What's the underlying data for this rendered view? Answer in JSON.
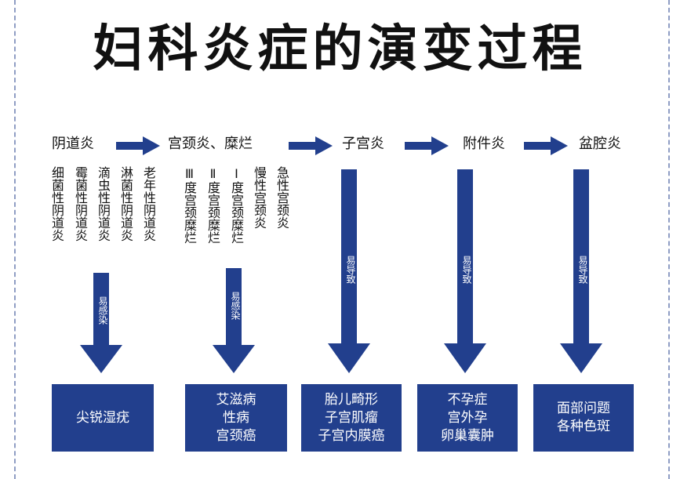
{
  "title": "妇科炎症的演变过程",
  "colors": {
    "accent": "#223f8d",
    "text": "#111111"
  },
  "stages": [
    {
      "label": "阴道炎"
    },
    {
      "label": "宫颈炎、糜烂"
    },
    {
      "label": "子宫炎"
    },
    {
      "label": "附件炎"
    },
    {
      "label": "盆腔炎"
    }
  ],
  "subtypes_vaginitis": [
    "细菌性阴道炎",
    "霉菌性阴道炎",
    "滴虫性阴道炎",
    "淋菌性阴道炎",
    "老年性阴道炎"
  ],
  "subtypes_cervicitis": [
    "Ⅲ度宫颈糜烂",
    "Ⅱ度宫颈糜烂",
    "Ⅰ度宫颈糜烂",
    "慢性宫颈炎",
    "急性宫颈炎"
  ],
  "arrow_labels": {
    "infect": "易感染",
    "lead": "易导致"
  },
  "outcomes": [
    [
      "尖锐湿疣"
    ],
    [
      "艾滋病",
      "性病",
      "宫颈癌"
    ],
    [
      "胎儿畸形",
      "子宫肌瘤",
      "子宫内膜癌"
    ],
    [
      "不孕症",
      "宫外孕",
      "卵巢囊肿"
    ],
    [
      "面部问题",
      "各种色斑"
    ]
  ]
}
